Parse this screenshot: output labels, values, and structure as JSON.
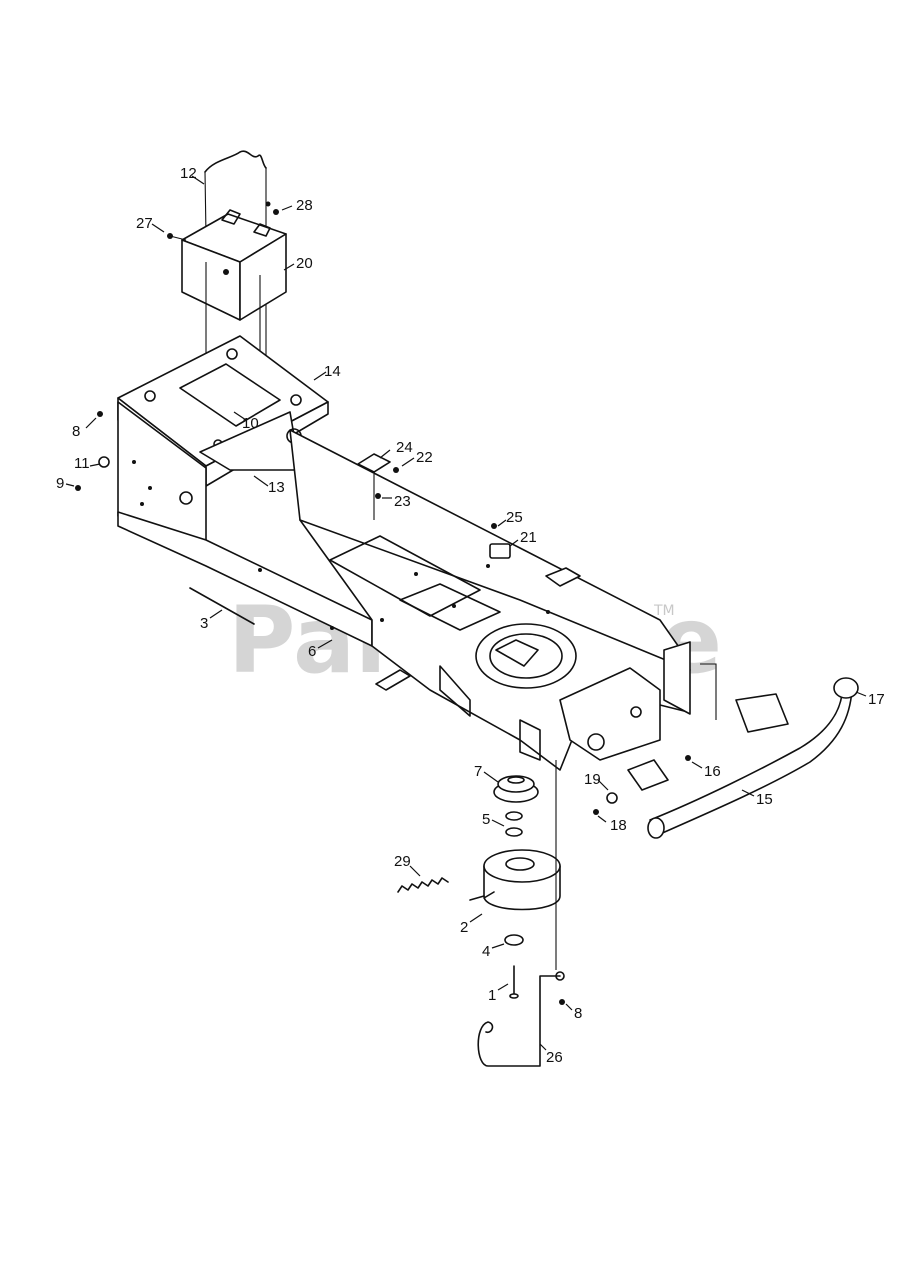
{
  "watermark": {
    "text": "PartsTree",
    "trademark": "TM"
  },
  "callouts": {
    "c1": "1",
    "c2": "2",
    "c3": "3",
    "c4": "4",
    "c5": "5",
    "c6": "6",
    "c7": "7",
    "c8a": "8",
    "c8b": "8",
    "c9": "9",
    "c10": "10",
    "c11": "11",
    "c12": "12",
    "c13": "13",
    "c14": "14",
    "c15": "15",
    "c16": "16",
    "c17": "17",
    "c18": "18",
    "c19": "19",
    "c20": "20",
    "c21": "21",
    "c22": "22",
    "c23": "23",
    "c24": "24",
    "c25": "25",
    "c26": "26",
    "c27": "27",
    "c28": "28",
    "c29": "29"
  }
}
